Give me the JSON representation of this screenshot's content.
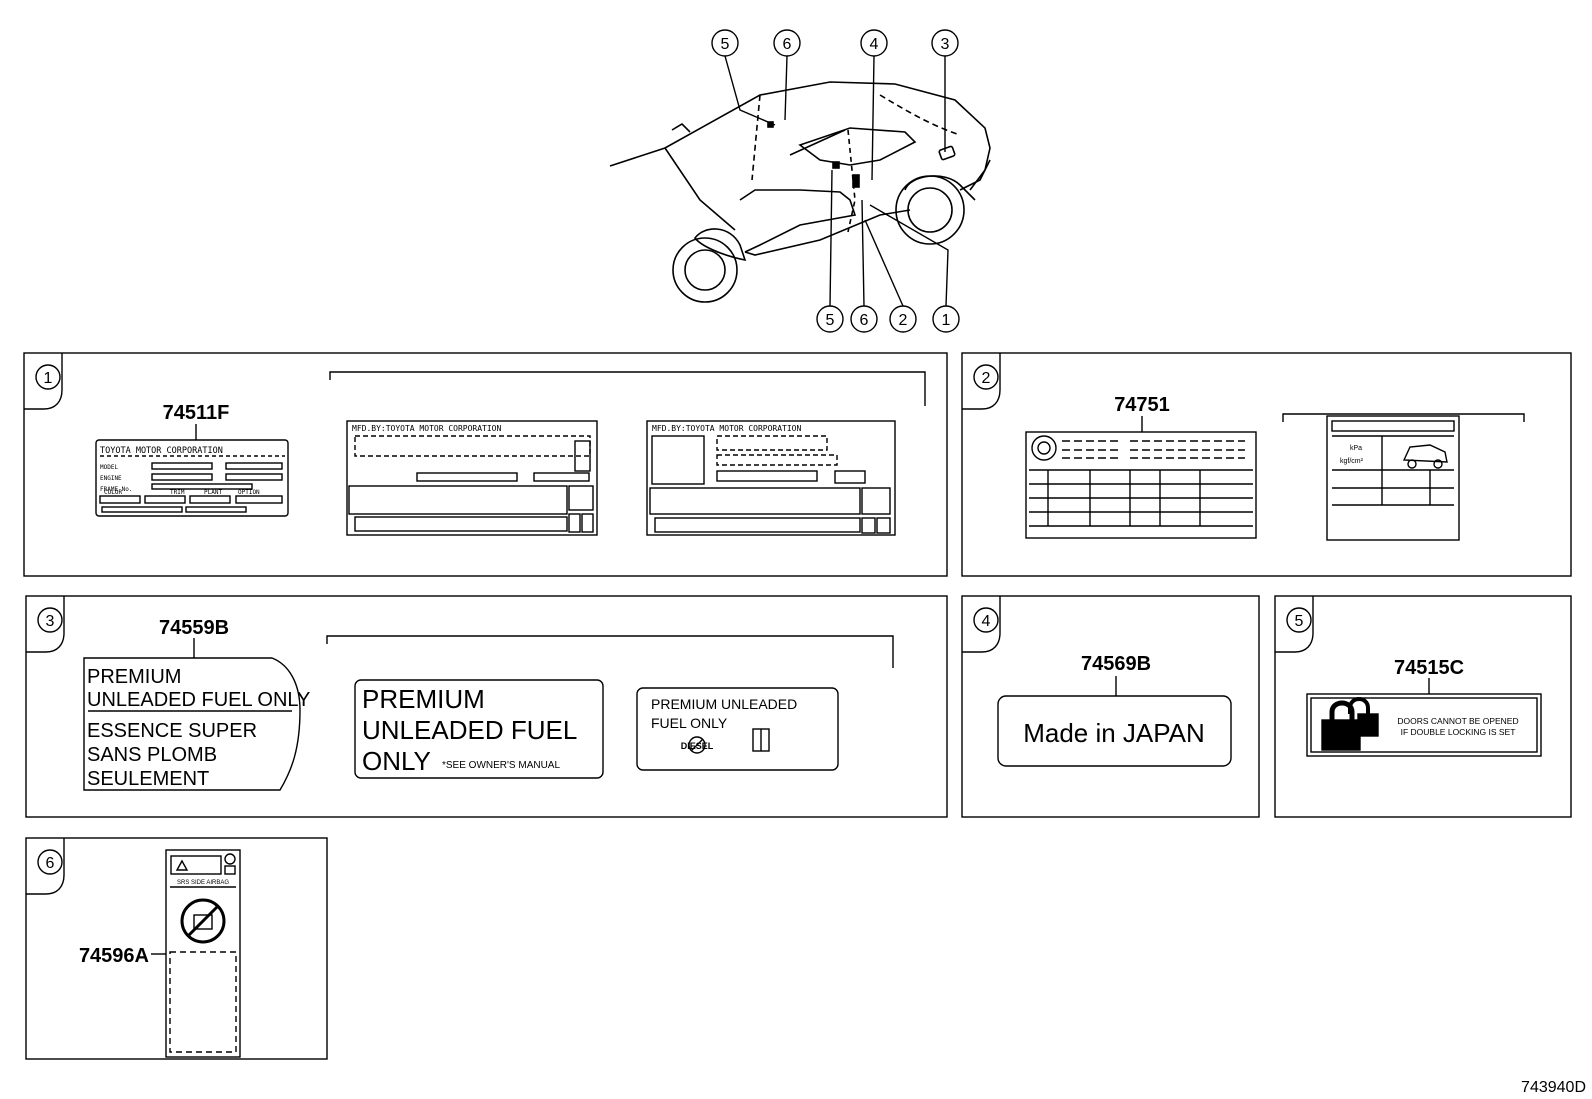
{
  "callouts": [
    "1",
    "2",
    "3",
    "4",
    "5",
    "6"
  ],
  "diagram_id": "743940D",
  "panels": [
    {
      "index": "1",
      "part": "74511F",
      "mini_label": {
        "header": "TOYOTA MOTOR CORPORATION",
        "r1": "MODEL",
        "r2": "ENGINE",
        "r3": "FRAME No.",
        "c1": "COLOR",
        "c2": "TRIM",
        "c3": "PLANT",
        "c4": "OPTION"
      },
      "variant_header": "MFD.BY:TOYOTA MOTOR CORPORATION"
    },
    {
      "index": "2",
      "part": "74751",
      "var_r1": "kPa",
      "var_r2": "kgf/cm²"
    },
    {
      "index": "3",
      "part": "74559B",
      "main_label": [
        "PREMIUM",
        "UNLEADED FUEL ONLY",
        "ESSENCE SUPER",
        "SANS PLOMB",
        "SEULEMENT"
      ],
      "var1": [
        "PREMIUM",
        "UNLEADED FUEL",
        "ONLY",
        "*SEE OWNER'S MANUAL"
      ],
      "var2": [
        "PREMIUM UNLEADED",
        "FUEL ONLY",
        "DIESEL"
      ]
    },
    {
      "index": "4",
      "part": "74569B",
      "label_text": "Made in JAPAN"
    },
    {
      "index": "5",
      "part": "74515C",
      "label_text": [
        "DOORS CANNOT BE OPENED",
        "IF DOUBLE LOCKING IS SET"
      ]
    },
    {
      "index": "6",
      "part": "74596A",
      "label_text": "SRS SIDE AIRBAG"
    }
  ]
}
